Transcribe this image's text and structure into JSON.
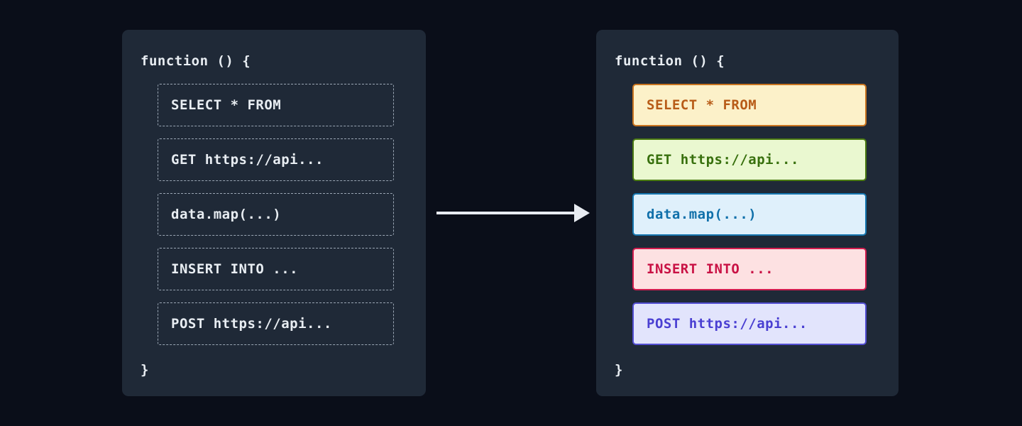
{
  "colors": {
    "page_bg": "#0a0e19",
    "panel_bg": "#1f2937",
    "panel_text": "#e8edf2",
    "dashed_border": "#9aa6b4",
    "arrow": "#e8ecf2"
  },
  "left_panel": {
    "header": "function () {",
    "footer": "}",
    "items": [
      "SELECT * FROM",
      "GET https://api...",
      "data.map(...)",
      "INSERT INTO ...",
      "POST https://api..."
    ]
  },
  "right_panel": {
    "header": "function () {",
    "footer": "}",
    "items": [
      {
        "label": "SELECT * FROM",
        "bg": "#fcf1c9",
        "border": "#c9741f",
        "text": "#b85c18"
      },
      {
        "label": "GET https://api...",
        "bg": "#eaf8d0",
        "border": "#4a7a12",
        "text": "#38700e"
      },
      {
        "label": "data.map(...)",
        "bg": "#dff0fb",
        "border": "#1677b0",
        "text": "#1070aa"
      },
      {
        "label": "INSERT INTO ...",
        "bg": "#fde1e2",
        "border": "#d21d4f",
        "text": "#c91245"
      },
      {
        "label": "POST https://api...",
        "bg": "#e2e4fc",
        "border": "#534fd2",
        "text": "#4a3fd2"
      }
    ]
  },
  "arrow": {
    "direction": "right"
  }
}
